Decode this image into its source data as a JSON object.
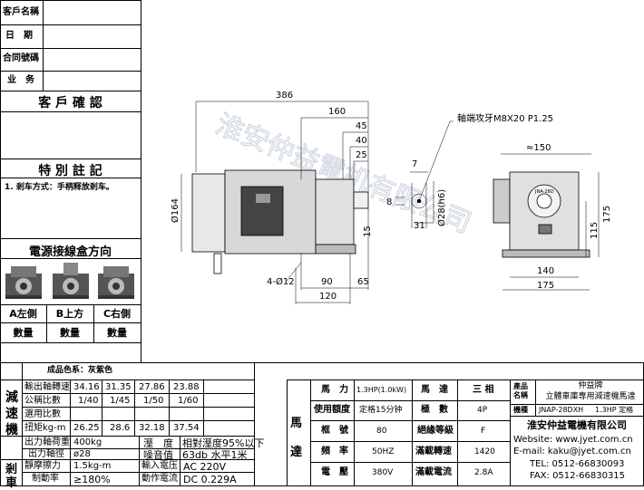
{
  "customer_block": {
    "rows": [
      "客戶名稱",
      "日　期",
      "合同號碼",
      "业　务"
    ],
    "confirm": "客 戶 確 認",
    "remarks_title": "特 別 註 記",
    "remark_1": "1. 剎车方式：手柄释放剎车。",
    "box_title": "電源接線盒方向",
    "dirs": [
      "A左側",
      "B上方",
      "C右側"
    ],
    "qty": "數量"
  },
  "drawing": {
    "dim_386": "386",
    "dim_160": "160",
    "dim_45": "45",
    "dim_40": "40",
    "dim_25": "25",
    "dim_7": "7",
    "dim_8": "8",
    "dim_31": "31",
    "dim_164": "Ø164",
    "dim_28": "Ø28(h6)",
    "dim_15": "15",
    "dim_4012": "4-Ø12",
    "dim_90": "90",
    "dim_65": "65",
    "dim_120": "120",
    "shaft_note": "軸端攻牙M8X20 P1.25",
    "dim_150": "≈150",
    "dim_175v": "175",
    "dim_115": "115",
    "dim_140": "140",
    "dim_175h": "175",
    "plate_text": "JNA-28D",
    "watermark": "淮安仲益電机有限公司"
  },
  "color_row": "成品色系：灰紫色",
  "speed_table": {
    "side": [
      "減",
      "速",
      "機"
    ],
    "labels": [
      "輸出軸轉速",
      "公稱比數",
      "選用比數",
      "扭矩kg-m"
    ],
    "rows": [
      [
        "34.16",
        "31.35",
        "27.86",
        "23.88"
      ],
      [
        "1/40",
        "1/45",
        "1/50",
        "1/60"
      ],
      [
        "",
        "",
        "",
        ""
      ],
      [
        "26.25",
        "28.6",
        "32.18",
        "37.54"
      ]
    ]
  },
  "misc_table": {
    "rows": [
      {
        "l1": "出力軸荷重",
        "v1": "400kg",
        "l2": "溼　度",
        "v2": "相對溼度95%以下"
      },
      {
        "l1": "出力軸徑",
        "v1": "ø28",
        "l2": "噪音值",
        "v2": "63db 水平1米"
      }
    ],
    "brake_side": [
      "剎",
      "車"
    ],
    "brake_rows": [
      {
        "l1": "靜摩擦力",
        "v1": "1.5kg-m",
        "l2": "輸入電压",
        "v2": "AC 220V"
      },
      {
        "l1": "制動率",
        "v1": "≥180%",
        "l2": "動作電流",
        "v2": "DC 0.229A"
      }
    ]
  },
  "motor_table": {
    "side": [
      "馬",
      "達"
    ],
    "rows": [
      {
        "l1": "馬　力",
        "v1": "1.3HP(1.0kW)",
        "l2": "馬　達",
        "v2": "三 相"
      },
      {
        "l1": "使用額度",
        "v1": "定格15分钟",
        "l2": "極　數",
        "v2": "4P"
      },
      {
        "l1": "框　號",
        "v1": "80",
        "l2": "絕緣等級",
        "v2": "F"
      },
      {
        "l1": "頻　率",
        "v1": "50HZ",
        "l2": "滿載轉速",
        "v2": "1420"
      },
      {
        "l1": "電　壓",
        "v1": "380V",
        "l2": "滿載電流",
        "v2": "2.8A"
      }
    ]
  },
  "product": {
    "name_label": "產品名稱",
    "brand": "仲益牌",
    "name": "立體車庫専用減速機馬達",
    "model_label": "機種",
    "model": "JNAP-28DXH",
    "rating": "1.3HP 定格",
    "company": "淮安仲益電機有限公司",
    "website": "Website: www.jyet.com.cn",
    "email": "E-mail: kaku@jyet.com.cn",
    "tel": "TEL: 0512-66830093",
    "fax": "FAX: 0512-66830315"
  }
}
